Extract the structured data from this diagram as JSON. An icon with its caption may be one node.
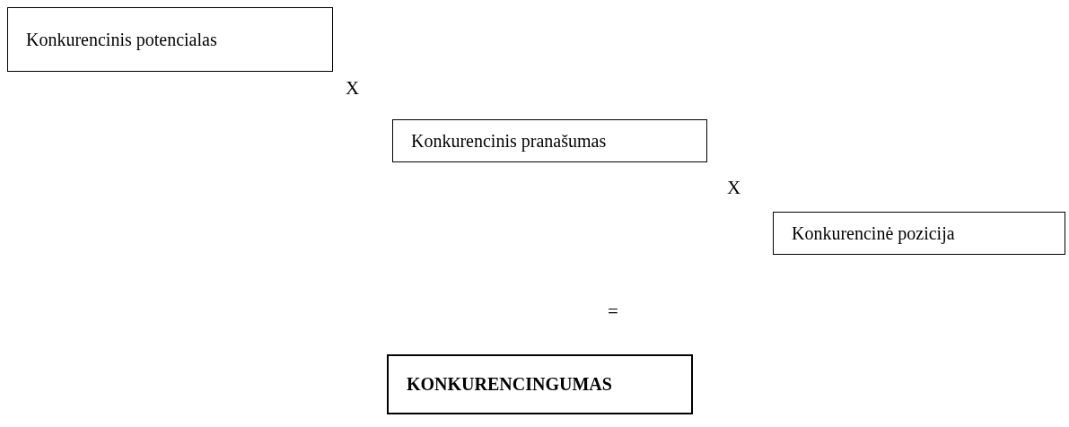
{
  "diagram": {
    "nodes": [
      {
        "text": [
          "Konkurencinis potencialas"
        ]
      },
      {
        "text": [
          "Konkurencinis pranašumas"
        ]
      },
      {
        "text": [
          "Konkurencinė pozicija"
        ]
      },
      {
        "text": [
          "KONKURENCINGUMAS"
        ]
      }
    ],
    "labels": [
      "X",
      "X",
      "="
    ]
  }
}
